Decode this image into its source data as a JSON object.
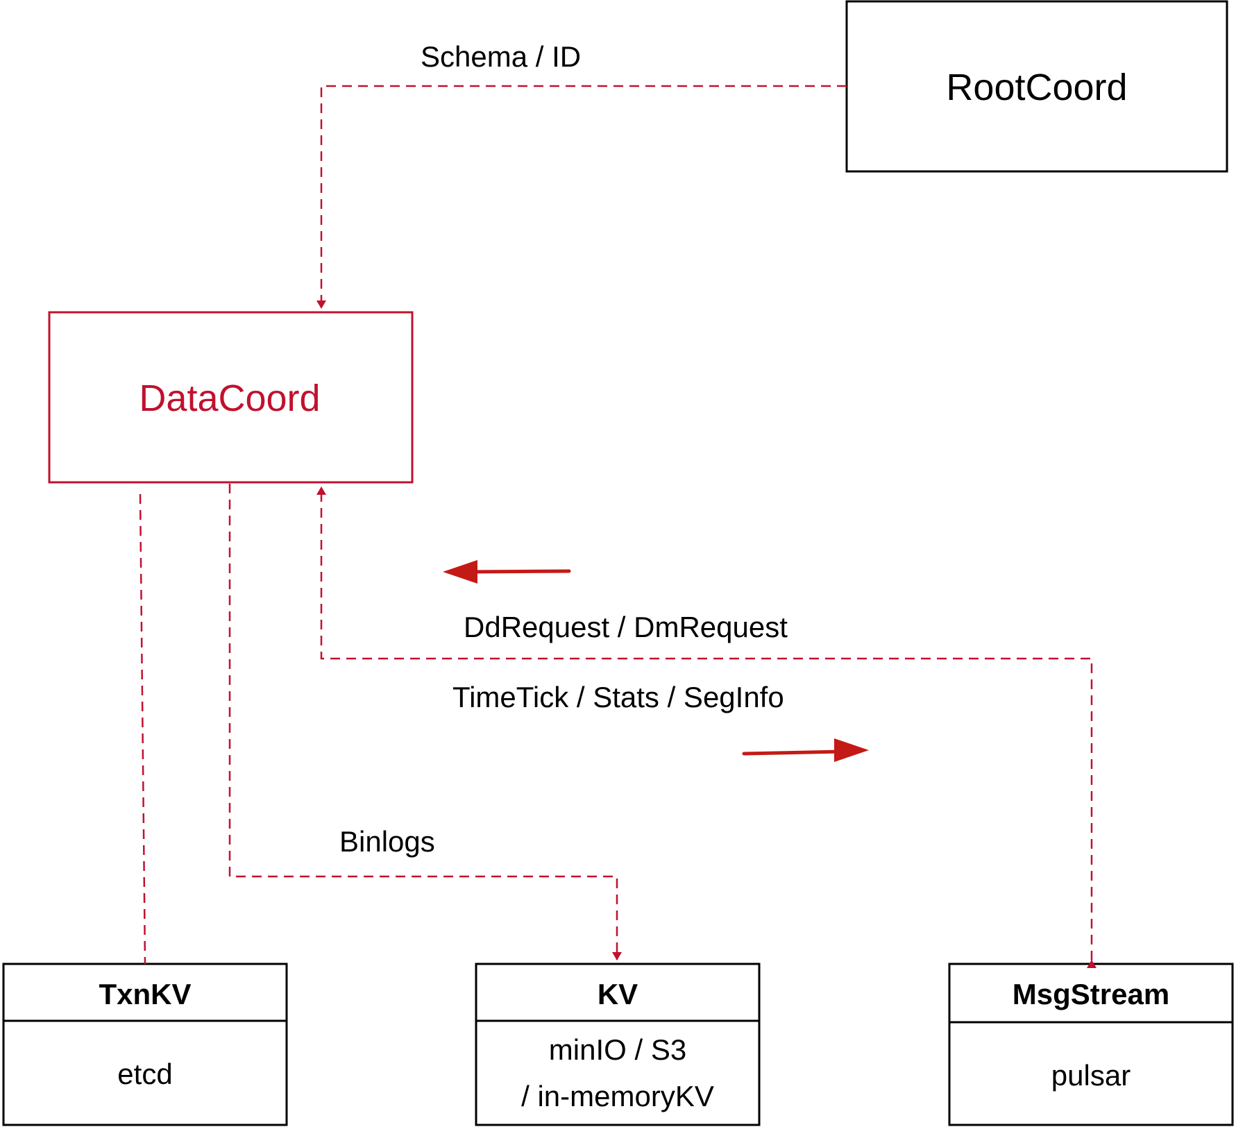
{
  "colors": {
    "accent": "#c0112e",
    "arrow": "#c41a15",
    "line": "#000000",
    "background": "#ffffff"
  },
  "nodes": {
    "root_coord": {
      "label": "RootCoord"
    },
    "data_coord": {
      "label": "DataCoord"
    },
    "txn_kv": {
      "title": "TxnKV",
      "body": "etcd"
    },
    "kv": {
      "title": "KV",
      "body_line1": "minIO / S3",
      "body_line2": "/ in-memoryKV"
    },
    "msg_stream": {
      "title": "MsgStream",
      "body": "pulsar"
    }
  },
  "edges": {
    "schema_id": "Schema / ID",
    "dd_dm_request": "DdRequest / DmRequest",
    "timetick_stats_seginfo": "TimeTick / Stats / SegInfo",
    "binlogs": "Binlogs"
  }
}
